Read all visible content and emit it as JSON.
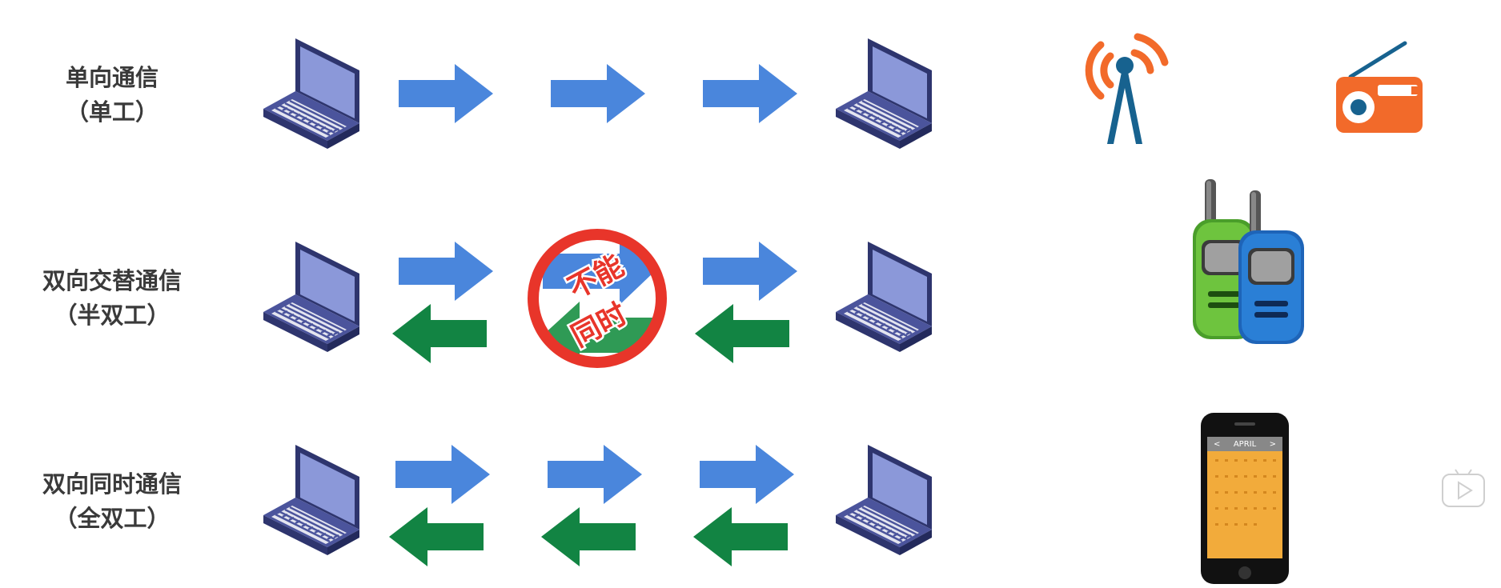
{
  "rows": [
    {
      "title": "单向通信",
      "subtitle": "（单工）"
    },
    {
      "title": "双向交替通信",
      "subtitle": "（半双工）"
    },
    {
      "title": "双向同时通信",
      "subtitle": "（全双工）"
    }
  ],
  "prohibition": {
    "line1": "不能",
    "line2": "同时"
  },
  "phone": {
    "month": "APRIL",
    "prev": "<",
    "next": ">"
  },
  "colors": {
    "arrow_forward": "#4a86dc",
    "arrow_back": "#128443",
    "no_sign": "#e8352a",
    "laptop_screen": "#8b98d9",
    "laptop_body": "#3a4389",
    "antenna_tower": "#17628f",
    "antenna_waves": "#f26a2a",
    "radio": "#f26a2a",
    "walkie_green": "#4a9e2a",
    "walkie_blue": "#2a7fd6",
    "phone_screen": "#f2ab3b"
  }
}
